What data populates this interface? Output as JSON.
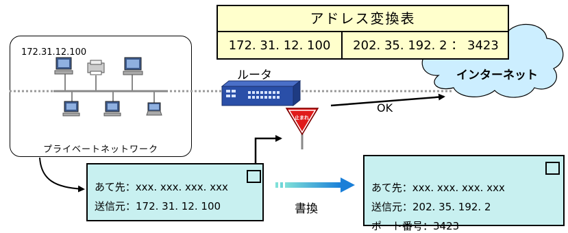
{
  "address_table": {
    "title": "アドレス変換表",
    "private_address": "172. 31. 12. 100",
    "global_address": "202. 35. 192. 2 ： 3423"
  },
  "private_network": {
    "ip_label": "172.31.12.100",
    "caption": "プライベートネットワーク"
  },
  "router_label": "ルータ",
  "internet_label": "インターネット",
  "ok_label": "OK",
  "stop_sign_text": "止まれ",
  "rewrite_label": "書換",
  "packet_before": {
    "destination": "あて先：xxx. xxx. xxx. xxx",
    "source": "送信元：172. 31. 12. 100"
  },
  "packet_after": {
    "destination": "あて先：xxx. xxx. xxx. xxx",
    "source": "送信元：202. 35. 192. 2",
    "port": "ポート番号：3423"
  },
  "colors": {
    "table_bg": "#ffffcc",
    "packet_bg": "#c8f0f0",
    "cloud_bg": "#cceeff",
    "router": "#2a4fa8",
    "stop_sign": "#e01b1b",
    "rewrite_arrow": "#1a8fd8"
  }
}
